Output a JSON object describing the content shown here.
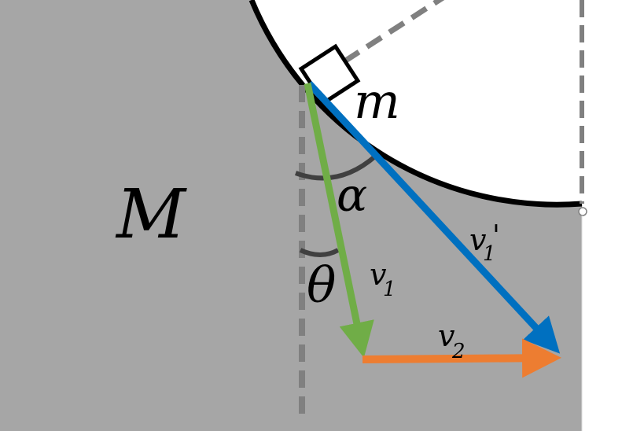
{
  "labels": {
    "block_mass": "M",
    "small_mass": "m",
    "angle_alpha": "α",
    "angle_theta": "θ",
    "v1_symbol": "v",
    "v1_sub": "1",
    "v1p_symbol": "v",
    "v1p_sub": "1",
    "v1p_prime": "'",
    "v2_symbol": "v",
    "v2_sub": "2"
  },
  "colors": {
    "block_fill": "#a6a6a6",
    "background": "#ffffff",
    "curve": "#000000",
    "dashed": "#808080",
    "v1_arrow": "#70ad47",
    "v1p_arrow": "#0070c0",
    "v2_arrow": "#ed7d31",
    "angle_arc": "#404040"
  }
}
